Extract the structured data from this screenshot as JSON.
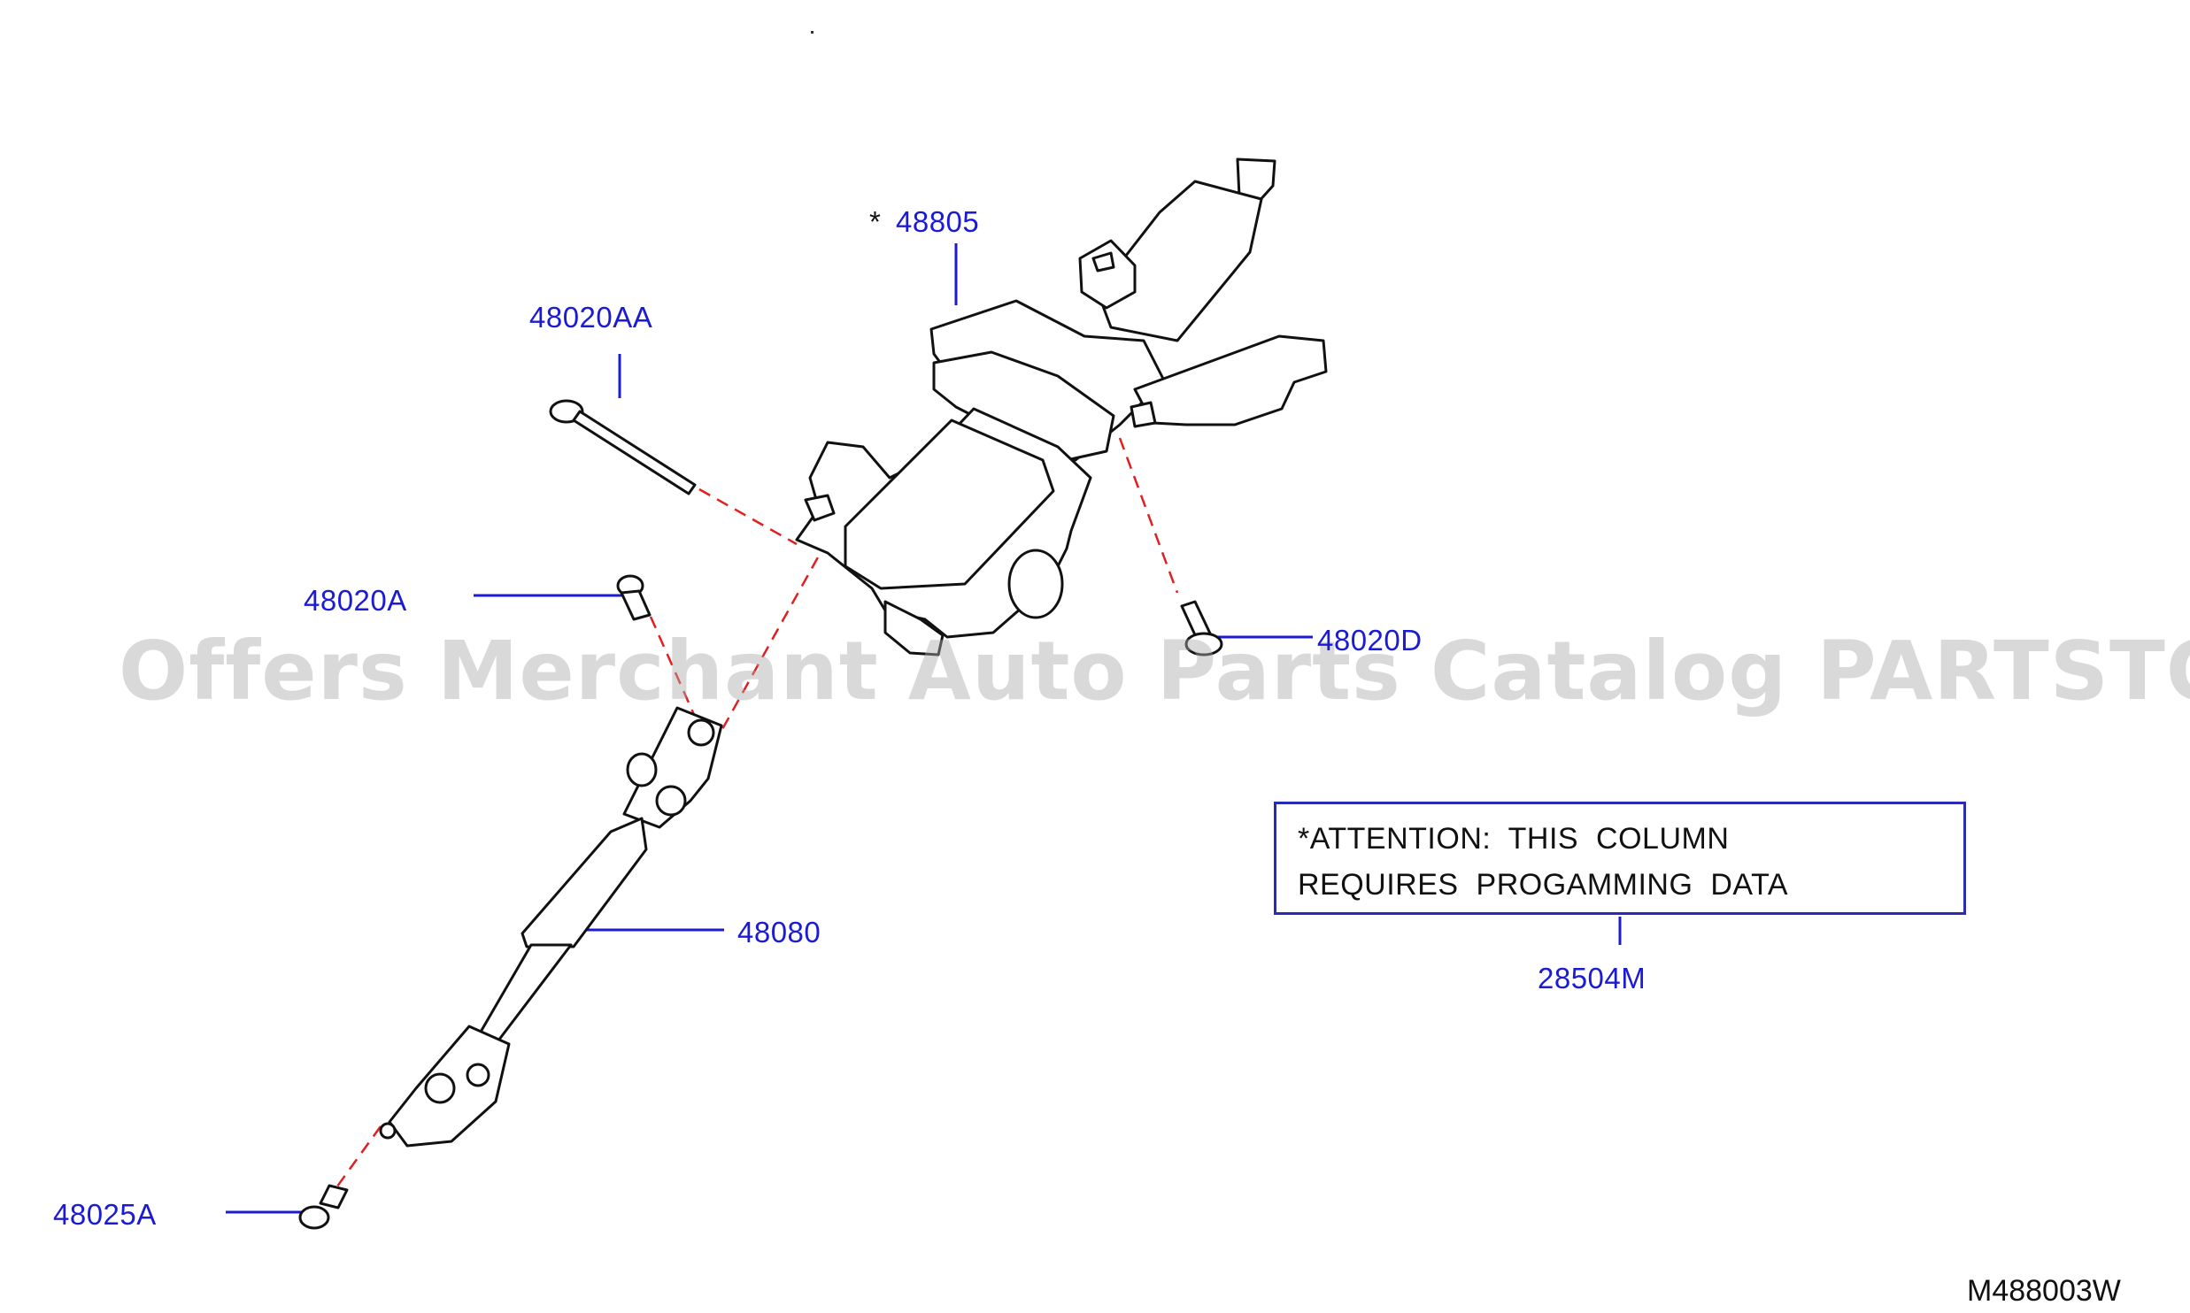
{
  "callouts": {
    "p48805": "48805",
    "p48805_star": "*",
    "p48020AA": "48020AA",
    "p48020A": "48020A",
    "p48020D": "48020D",
    "p48080": "48080",
    "p28504M": "28504M",
    "p48025A": "48025A"
  },
  "note": {
    "line1": "*ATTENTION:  THIS  COLUMN",
    "line2": "REQUIRES  PROGAMMING  DATA"
  },
  "watermark": "Offers Merchant Auto Parts Catalog PARTSTORE.SA",
  "diagram_code": "M488003W",
  "colors": {
    "callout": "#1b1bd6",
    "leader_dashed": "#e02020",
    "line_art": "#111111",
    "box": "#2a2ab8"
  }
}
